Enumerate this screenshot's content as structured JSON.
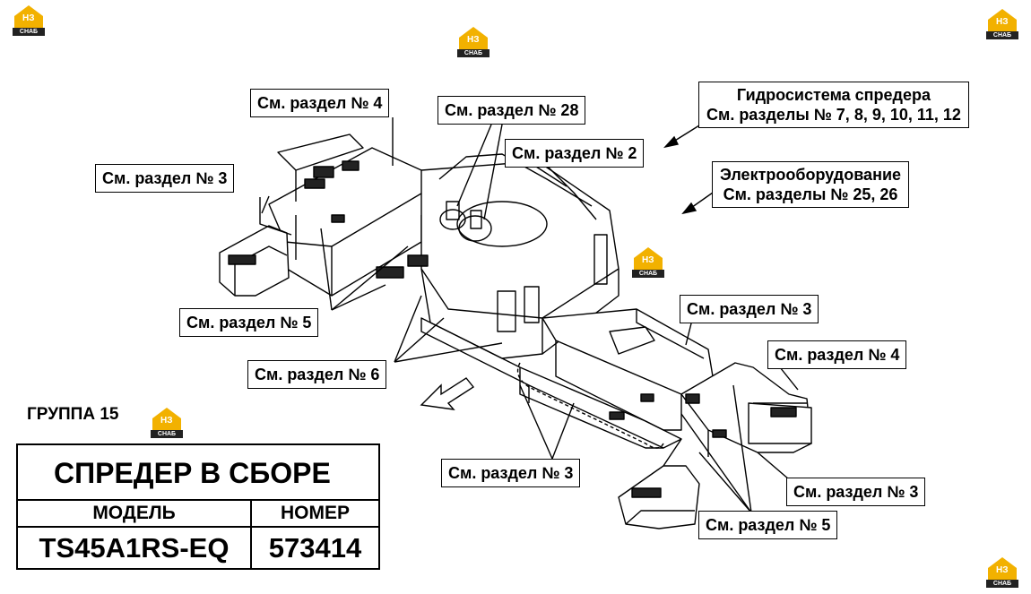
{
  "callouts": {
    "c4_top": "См. раздел № 4",
    "c28": "См. раздел № 28",
    "c2": "См. раздел № 2",
    "c3_left": "См. раздел № 3",
    "hydro_1": "Гидросистема спредера",
    "hydro_2": "См. разделы № 7, 8, 9, 10, 11, 12",
    "elec_1": "Электрооборудование",
    "elec_2": "См. разделы № 25, 26",
    "c5_left": "См. раздел № 5",
    "c6": "См. раздел № 6",
    "c3_mid_right": "См. раздел № 3",
    "c4_right": "См. раздел № 4",
    "c3_bottom": "См. раздел № 3",
    "c3_bottom_right": "См. раздел № 3",
    "c5_bottom": "См. раздел № 5"
  },
  "group_label": "ГРУППА 15",
  "title_block": {
    "title": "СПРЕДЕР В СБОРЕ",
    "model_header": "МОДЕЛЬ",
    "number_header": "НОМЕР",
    "model_value": "TS45A1RS-EQ",
    "number_value": "573414"
  },
  "watermark": {
    "top_text": "НЗ",
    "bottom_text": "СНАБ",
    "color": "#f2b100"
  }
}
